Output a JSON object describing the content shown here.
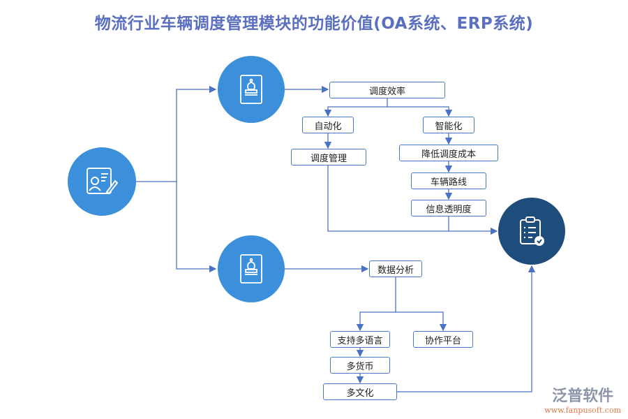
{
  "title": "物流行业车辆调度管理模块的功能价值(OA系统、ERP系统)",
  "colors": {
    "title": "#5b6fc0",
    "circle": "#3b8fdb",
    "target_circle": "#1e4d7b",
    "line": "#4a72c4"
  },
  "nodes": {
    "source": {
      "icon": "id-card-pen-icon"
    },
    "oa": {
      "icon": "stamp-icon"
    },
    "erp": {
      "icon": "stamp-icon"
    },
    "target": {
      "icon": "clipboard-check-icon"
    }
  },
  "boxes": {
    "dispatch_efficiency": "调度效率",
    "automation": "自动化",
    "intelligence": "智能化",
    "dispatch_management": "调度管理",
    "reduce_cost": "降低调度成本",
    "vehicle_route": "车辆路线",
    "info_transparency": "信息透明度",
    "data_analysis": "数据分析",
    "multi_language": "支持多语言",
    "collaboration": "协作平台",
    "multi_currency": "多货币",
    "multi_culture": "多文化"
  },
  "watermark": {
    "brand": "泛普软件",
    "url": "www.fanpusoft.com"
  }
}
